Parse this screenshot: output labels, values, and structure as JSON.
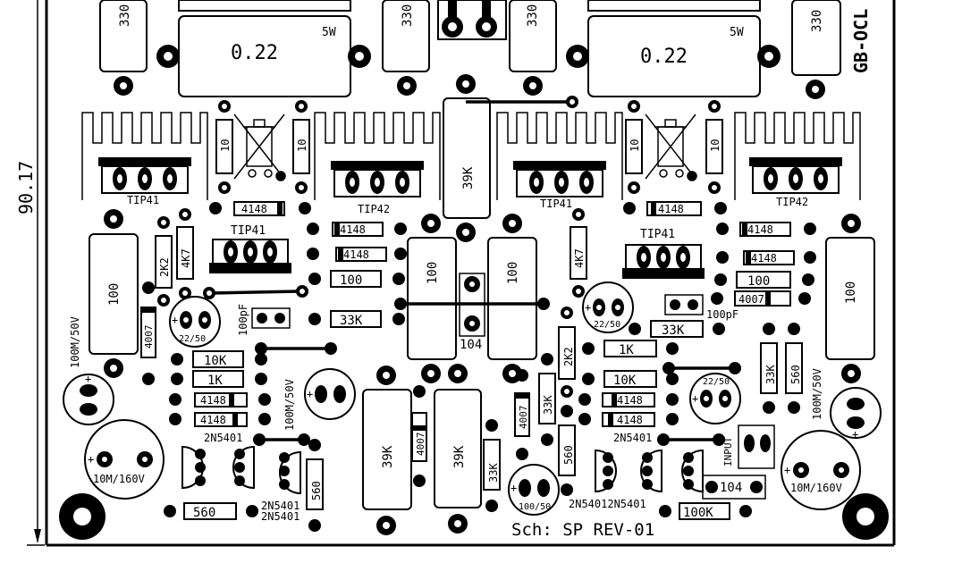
{
  "board": {
    "code": "GB-OCL",
    "dimension": "90.17",
    "revision": "Sch: SP REV-01"
  },
  "labels": {
    "r330": "330",
    "r022": "0.22",
    "w5": "5W",
    "r10": "10",
    "r39k": "39K",
    "r100": "100",
    "r2k2": "2K2",
    "r4k7": "4K7",
    "r10k": "10K",
    "r1k": "1K",
    "r33k": "33K",
    "r560": "560",
    "r100k": "100K",
    "d4148": "4148",
    "d4007": "4007",
    "c104": "104",
    "c100pf": "100pF",
    "c2250": "22/50",
    "c10050": "100/50",
    "c100m50": "100M/50V",
    "c10m160": "10M/160V",
    "q_tip41": "TIP41",
    "q_tip42": "TIP42",
    "q_2n5401": "2N5401",
    "q_2n54012": "2N54012N5401",
    "input": "INPUT"
  }
}
